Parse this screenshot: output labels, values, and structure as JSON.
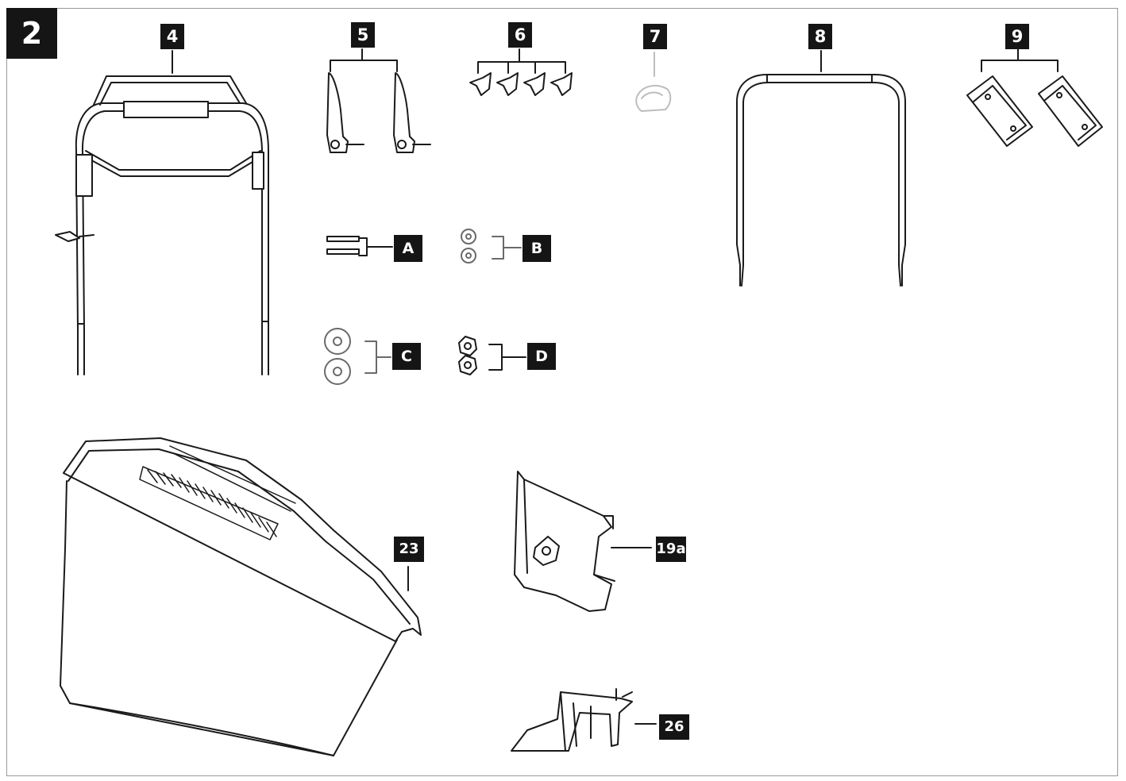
{
  "figure": {
    "number": "2"
  },
  "labels": {
    "p4": "4",
    "p5": "5",
    "p6": "6",
    "p7": "7",
    "p8": "8",
    "p9": "9",
    "pA": "A",
    "pB": "B",
    "pC": "C",
    "pD": "D",
    "p23": "23",
    "p19a": "19a",
    "p26": "26"
  }
}
